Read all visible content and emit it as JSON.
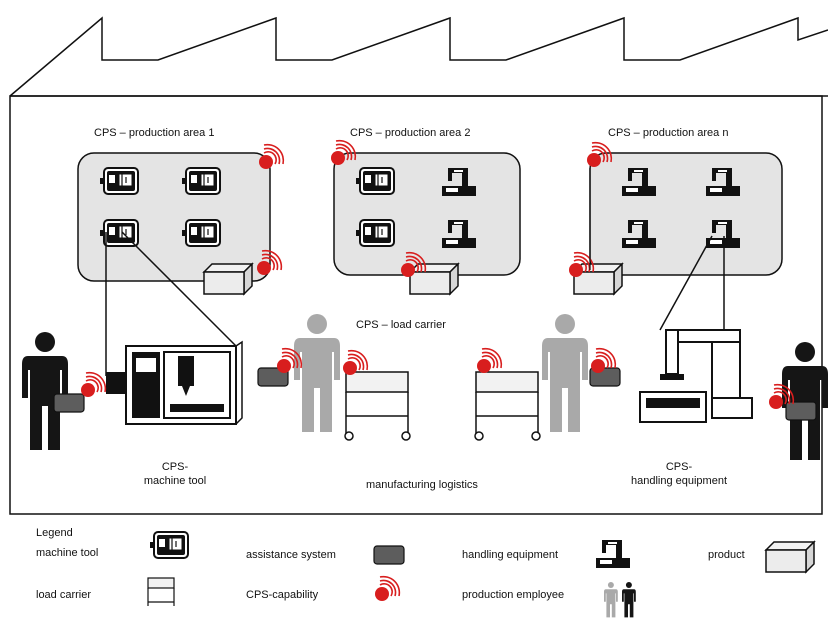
{
  "areas": [
    {
      "title": "CPS – production area 1"
    },
    {
      "title": "CPS – production area 2"
    },
    {
      "title": "CPS – production area n"
    }
  ],
  "load_carrier_title": "CPS – load carrier",
  "bottom_labels": {
    "machine_tool": [
      "CPS-",
      "machine tool"
    ],
    "logistics": "manufacturing logistics",
    "handling": [
      "CPS-",
      "handling equipment"
    ]
  },
  "legend": {
    "title": "Legend",
    "machine_tool": "machine tool",
    "load_carrier": "load carrier",
    "assistance_system": "assistance system",
    "cps_capability": "CPS-capability",
    "handling_equipment": "handling equipment",
    "production_employee": "production employee",
    "product": "product"
  },
  "colors": {
    "cps_red": "#d81e1e",
    "area_fill": "#e4e4e4",
    "gray_person": "#a9a9a9",
    "dark_person": "#151515",
    "assistance": "#5d5d5d"
  }
}
